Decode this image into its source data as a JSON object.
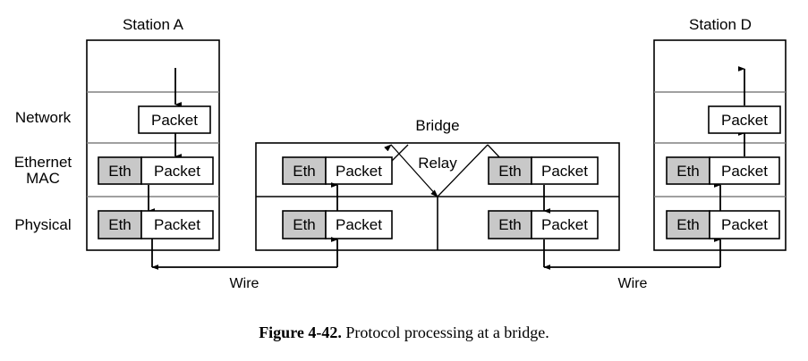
{
  "figure": {
    "caption_number": "Figure 4-42.",
    "caption_text": "Protocol processing at a bridge."
  },
  "layer_labels": {
    "network": "Network",
    "ethernet": "Ethernet",
    "mac": "MAC",
    "physical": "Physical"
  },
  "station_a": {
    "title": "Station A",
    "network_packet": "Packet",
    "mac_eth": "Eth",
    "mac_packet": "Packet",
    "phy_eth": "Eth",
    "phy_packet": "Packet"
  },
  "bridge": {
    "title": "Bridge",
    "relay": "Relay",
    "left_mac_eth": "Eth",
    "left_mac_packet": "Packet",
    "left_phy_eth": "Eth",
    "left_phy_packet": "Packet",
    "right_mac_eth": "Eth",
    "right_mac_packet": "Packet",
    "right_phy_eth": "Eth",
    "right_phy_packet": "Packet"
  },
  "station_d": {
    "title": "Station D",
    "network_packet": "Packet",
    "mac_eth": "Eth",
    "mac_packet": "Packet",
    "phy_eth": "Eth",
    "phy_packet": "Packet"
  },
  "wires": {
    "left_label": "Wire",
    "right_label": "Wire"
  },
  "colors": {
    "eth_header_fill": "#c8c8c8",
    "box_stroke": "#000000",
    "divider": "#808080",
    "background": "#ffffff"
  }
}
